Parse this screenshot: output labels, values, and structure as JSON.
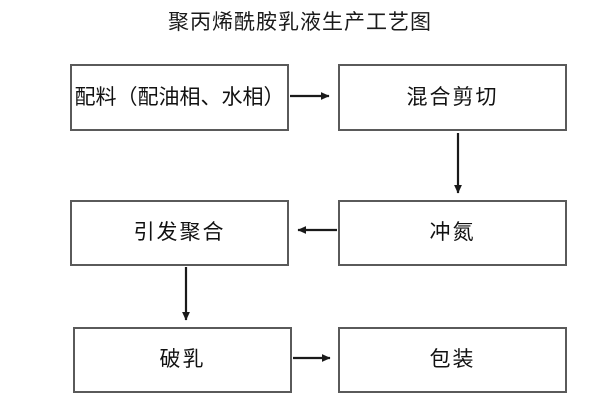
{
  "diagram": {
    "title": "聚丙烯酰胺乳液生产工艺图",
    "type": "flowchart",
    "background_color": "#ffffff",
    "box_border_color": "#5a5a5a",
    "text_color": "#111111",
    "arrow_color": "#1a1a1a",
    "nodes": [
      {
        "id": "ingredients",
        "label": "配料（配油相、水相）",
        "row": 1,
        "column": "left"
      },
      {
        "id": "mixing-shear",
        "label": "混合剪切",
        "row": 1,
        "column": "right"
      },
      {
        "id": "initiate-polymerization",
        "label": "引发聚合",
        "row": 2,
        "column": "left"
      },
      {
        "id": "nitrogen-purge",
        "label": "冲氮",
        "row": 2,
        "column": "right"
      },
      {
        "id": "demulsification",
        "label": "破乳",
        "row": 3,
        "column": "left"
      },
      {
        "id": "packaging",
        "label": "包装",
        "row": 3,
        "column": "right"
      }
    ],
    "edges": [
      {
        "from": "ingredients",
        "to": "mixing-shear",
        "direction": "right"
      },
      {
        "from": "mixing-shear",
        "to": "nitrogen-purge",
        "direction": "down"
      },
      {
        "from": "nitrogen-purge",
        "to": "initiate-polymerization",
        "direction": "left"
      },
      {
        "from": "initiate-polymerization",
        "to": "demulsification",
        "direction": "down"
      },
      {
        "from": "demulsification",
        "to": "packaging",
        "direction": "right"
      }
    ]
  }
}
